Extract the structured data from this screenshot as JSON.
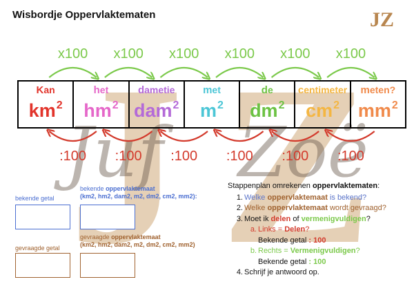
{
  "title": "Wisbordje Oppervlaktematen",
  "logo": {
    "text": "JZ"
  },
  "watermark": {
    "letters": [
      "J",
      "Z"
    ],
    "words": [
      "Juf",
      "Zoë"
    ]
  },
  "units": [
    {
      "hint_first": "K",
      "hint_rest": "an",
      "unit": "km",
      "sup": "2",
      "color": "#e2342b"
    },
    {
      "hint_first": "h",
      "hint_rest": "et",
      "unit": "hm",
      "sup": "2",
      "color": "#e567c9"
    },
    {
      "hint_first": "d",
      "hint_rest": "ametie",
      "unit": "dam",
      "sup": "2",
      "color": "#b46ad8"
    },
    {
      "hint_first": "m",
      "hint_rest": "et",
      "unit": "m",
      "sup": "2",
      "color": "#4cc6d6"
    },
    {
      "hint_first": "d",
      "hint_rest": "e",
      "unit": "dm",
      "sup": "2",
      "color": "#6cc243"
    },
    {
      "hint_first": "c",
      "hint_rest": "entimeter",
      "unit": "cm",
      "sup": "2",
      "color": "#f4b642"
    },
    {
      "hint_first": "m",
      "hint_rest": "eten?",
      "unit": "mm",
      "sup": "2",
      "color": "#f08a4b"
    }
  ],
  "multiply_label": "x100",
  "divide_label": ":100",
  "boxes": {
    "known_value": "bekende getal",
    "asked_value": "gevraagde getal",
    "known_unit_prefix": "bekende",
    "known_unit_word": "oppervlaktemaat",
    "known_unit_options": "(km2, hm2, dam2, m2, dm2, cm2, mm2):",
    "asked_unit_prefix": "gevraagde",
    "asked_unit_word": "oppervlaktemaat",
    "asked_unit_options": "(km2, hm2, dam2, m2, dm2, cm2, mm2)"
  },
  "steps": {
    "heading_prefix": "Stappenplan omrekenen",
    "heading_bold": "oppervlaktematen",
    "heading_suffix": ":",
    "s1_num": "1.",
    "s1_a": "Welke",
    "s1_b": "oppervlaktemaat",
    "s1_c": "is bekend?",
    "s2_num": "2.",
    "s2_a": "Welke",
    "s2_b": "oppervlaktemaat",
    "s2_c": "wordt gevraagd?",
    "s3_num": "3.",
    "s3_a": "Moet ik",
    "s3_b": "delen",
    "s3_c": "of",
    "s3_d": "vermenigvuldigen",
    "s3_e": "?",
    "sa_num": "a.",
    "sa_a": "Links =",
    "sa_b": "Delen",
    "sa_c": "?",
    "sa_value_label": "Bekende getal",
    "sa_value_sep": ":",
    "sa_value": "100",
    "sb_num": "b.",
    "sb_a": "Rechts =",
    "sb_b": "Vermenigvuldigen",
    "sb_c": "?",
    "sb_value_label": "Bekende getal",
    "sb_value_sep": ":",
    "sb_value": "100",
    "s4_num": "4.",
    "s4_a": "Schrijf je antwoord op."
  }
}
